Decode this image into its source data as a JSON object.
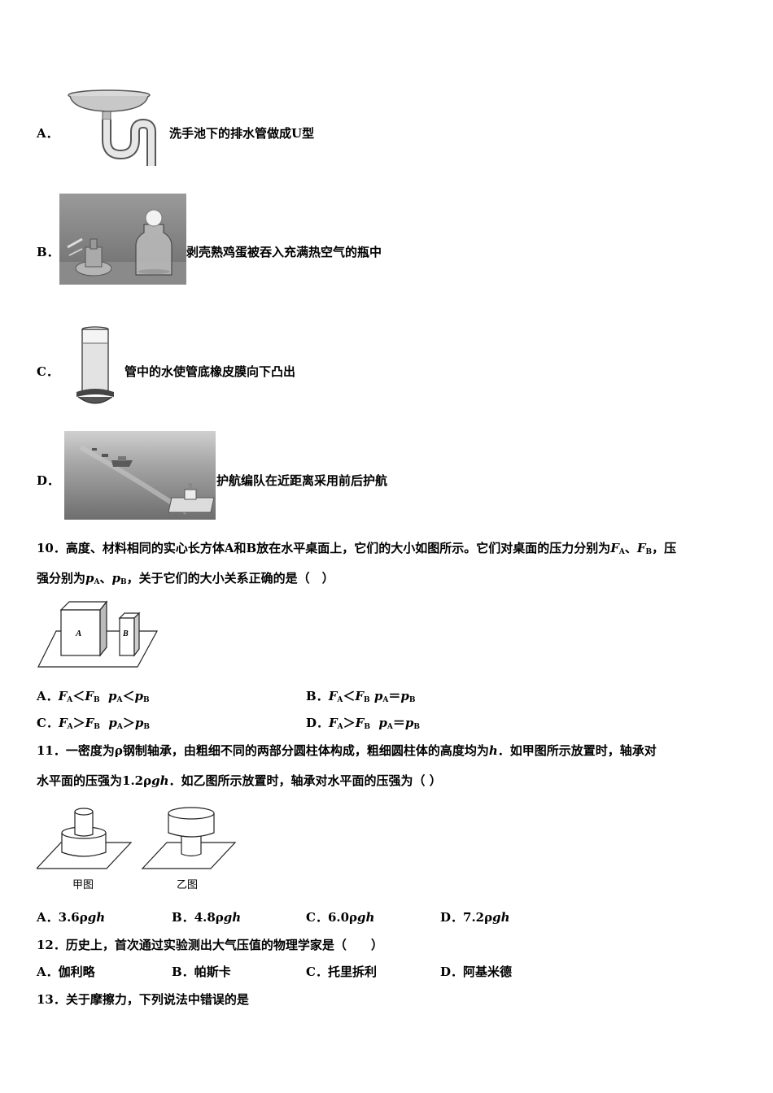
{
  "q9_options": [
    {
      "letter": "A．",
      "text": "洗手池下的排水管做成U型"
    },
    {
      "letter": "B．",
      "text": "剥壳熟鸡蛋被吞入充满热空气的瓶中"
    },
    {
      "letter": "C．",
      "text": "管中的水使管底橡皮膜向下凸出"
    },
    {
      "letter": "D．",
      "text": "护航编队在近距离采用前后护航"
    }
  ],
  "q10": {
    "line1": "10．高度、材料相同的实心长方体A和B放在水平桌面上，它们的大小如图所示。它们对桌面的压力分别为",
    "line2_a": "强分别为",
    "line2_b": "，关于它们的大小关系正确的是（　）",
    "sep": "、",
    "tail": "，压",
    "F": "F",
    "p": "p",
    "subA": "A",
    "subB": "B",
    "fig_labels": {
      "a": "A",
      "b": "B"
    },
    "options": [
      {
        "letter": "A．",
        "r1": "＜",
        "r2": "＜"
      },
      {
        "letter": "B．",
        "r1": "＜",
        "r2": "＝"
      },
      {
        "letter": "C．",
        "r1": "＞",
        "r2": "＞"
      },
      {
        "letter": "D．",
        "r1": "＞",
        "r2": "＝"
      }
    ]
  },
  "q11": {
    "line1a": "11．一密度为ρ钢制轴承，由粗细不同的两部分圆柱体构成，粗细圆柱体的高度均为",
    "h": "h",
    "line1b": "．如甲图所示放置时，轴承对",
    "line2a": "水平面的压强为1.2ρ",
    "gh": "gh",
    "line2b": "．如乙图所示放置时，轴承对水平面的压强为（ ）",
    "fig1_caption": "甲图",
    "fig2_caption": "乙图",
    "options": [
      {
        "letter": "A．",
        "value": "3.6ρ",
        "unit": "gh"
      },
      {
        "letter": "B．",
        "value": "4.8ρ",
        "unit": "gh"
      },
      {
        "letter": "C．",
        "value": "6.0ρ",
        "unit": "gh"
      },
      {
        "letter": "D．",
        "value": "7.2ρ",
        "unit": "gh"
      }
    ]
  },
  "q12": {
    "stem": "12．历史上，首次通过实验测出大气压值的物理学家是（　　）",
    "options": [
      {
        "letter": "A．",
        "text": "伽利略"
      },
      {
        "letter": "B．",
        "text": "帕斯卡"
      },
      {
        "letter": "C．",
        "text": "托里拆利"
      },
      {
        "letter": "D．",
        "text": "阿基米德"
      }
    ]
  },
  "q13": {
    "stem": "13．关于摩擦力，下列说法中错误的是"
  }
}
